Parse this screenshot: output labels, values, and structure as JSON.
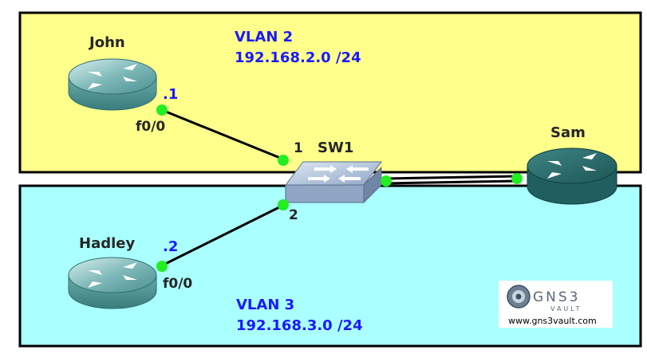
{
  "vlan2": {
    "name": "VLAN 2",
    "subnet": "192.168.2.0 /24",
    "fill": "#ffff8c"
  },
  "vlan3": {
    "name": "VLAN 3",
    "subnet": "192.168.3.0 /24",
    "fill": "#aaffff"
  },
  "devices": {
    "john": {
      "name": "John",
      "ip": ".1",
      "port": "f0/0"
    },
    "hadley": {
      "name": "Hadley",
      "ip": ".2",
      "port": "f0/0"
    },
    "sam": {
      "name": "Sam"
    },
    "sw1": {
      "name": "SW1",
      "port1": "1",
      "port2": "2"
    }
  },
  "logo": {
    "brand": "GNS3",
    "sub": "VAULT",
    "url": "www.gns3vault.com"
  },
  "colors": {
    "link": "#000000",
    "port": "#22ee22",
    "router": "#5fa8a8",
    "router_dark": "#1f5f5f",
    "switch": "#a9bfd9"
  }
}
